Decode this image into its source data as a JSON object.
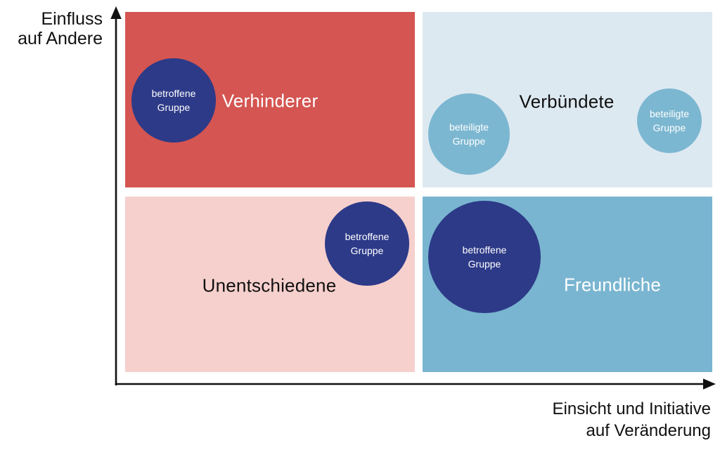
{
  "axes": {
    "y_label": "Einfluss\nauf Andere",
    "x_label": "Einsicht und Initiative\nauf Veränderung",
    "color": "#111111"
  },
  "quadrants": {
    "top_left": {
      "label": "Verhinderer",
      "bg": "#d45551",
      "text_color": "#ffffff"
    },
    "top_right": {
      "label": "Verbündete",
      "bg": "#dde9f1",
      "text_color": "#111111"
    },
    "bottom_left": {
      "label": "Unentschiedene",
      "bg": "#f6d0cd",
      "text_color": "#111111"
    },
    "bottom_right": {
      "label": "Freundliche",
      "bg": "#79b5d0",
      "text_color": "#ffffff"
    }
  },
  "bubbles": [
    {
      "quadrant": "Verhinderer",
      "label": "betroffene\nGruppe",
      "bg": "#2d3a88",
      "text_color": "#ffffff"
    },
    {
      "quadrant": "Verbündete",
      "label": "beteiligte\nGruppe",
      "bg": "#7cb7d1",
      "text_color": "#ffffff"
    },
    {
      "quadrant": "Verbündete",
      "label": "beteiligte\nGruppe",
      "bg": "#7cb7d1",
      "text_color": "#ffffff"
    },
    {
      "quadrant": "Unentschiedene",
      "label": "betroffene\nGruppe",
      "bg": "#2d3a88",
      "text_color": "#ffffff"
    },
    {
      "quadrant": "Freundliche",
      "label": "betroffene\nGruppe",
      "bg": "#2d3a88",
      "text_color": "#ffffff"
    }
  ]
}
